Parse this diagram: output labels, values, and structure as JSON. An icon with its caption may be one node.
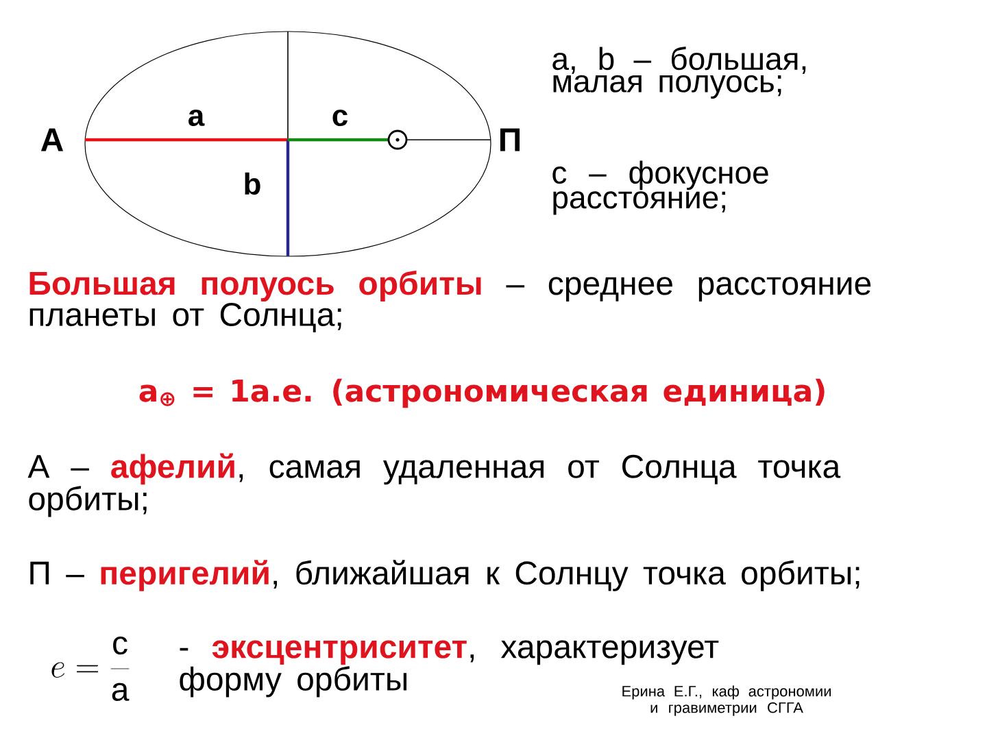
{
  "diagram": {
    "labels": [
      "А",
      "a",
      "c",
      "b",
      "П",
      "a, b – большая, малая полуось;",
      "c – фокусное расстояние;",
      "Большая полуось орбиты",
      "– среднее расстояние планеты от Солнца;",
      "a$_{⊕}$ = 1а.е. (астрономическая единица)",
      "А –",
      "афелий",
      ", самая удаленная от Солнца точка орбиты;",
      "П –",
      "перигелий",
      ", ближайшая к Солнцу точка орбиты;",
      "e=\\frac{\\mathrm{c}}{\\mathrm{a}}",
      "-",
      "эксцентриситет",
      ", характеризует форму орбиты",
      "Ерина Е.Г., каф астрономии и гравиметрии СГГА"
    ]
  }
}
